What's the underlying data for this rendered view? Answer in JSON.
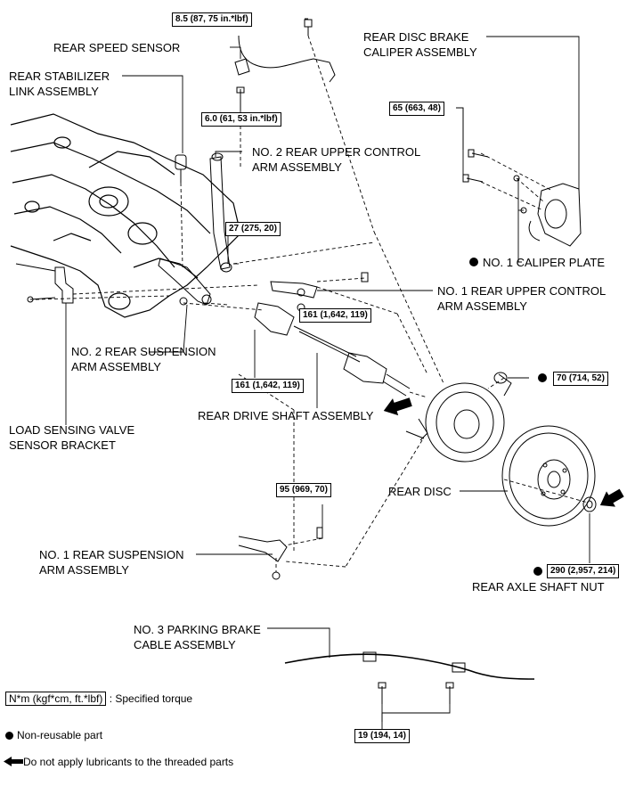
{
  "labels": {
    "rear_speed_sensor": "REAR SPEED SENSOR",
    "rear_disc_brake_caliper": "REAR DISC BRAKE\nCALIPER ASSEMBLY",
    "rear_stabilizer_link": "REAR STABILIZER\nLINK ASSEMBLY",
    "no2_rear_upper_control_arm": "NO. 2 REAR UPPER CONTROL\nARM ASSEMBLY",
    "no1_caliper_plate": "NO. 1 CALIPER PLATE",
    "no1_rear_upper_control_arm": "NO. 1 REAR UPPER CONTROL\nARM ASSEMBLY",
    "no2_rear_suspension_arm": "NO. 2 REAR SUSPENSION\nARM ASSEMBLY",
    "load_sensing_valve_bracket": "LOAD SENSING VALVE\nSENSOR BRACKET",
    "rear_drive_shaft": "REAR DRIVE SHAFT ASSEMBLY",
    "rear_disc": "REAR DISC",
    "no1_rear_suspension_arm": "NO. 1 REAR SUSPENSION\nARM ASSEMBLY",
    "rear_axle_shaft_nut": "REAR AXLE SHAFT NUT",
    "no3_parking_brake_cable": "NO. 3 PARKING BRAKE\nCABLE ASSEMBLY"
  },
  "torques": {
    "speed_sensor_top": "8.5 (87, 75 in.*lbf)",
    "speed_sensor_bottom": "6.0 (61, 53 in.*lbf)",
    "caliper": "65 (663, 48)",
    "upper_arm_no2": "27 (275, 20)",
    "drive_shaft_a": "161 (1,642, 119)",
    "drive_shaft_b": "161 (1,642, 119)",
    "hub_nut_70": "70 (714, 52)",
    "suspension_arm_no1": "95 (969, 70)",
    "axle_nut": "290 (2,957, 214)",
    "parking_cable": "19 (194, 14)"
  },
  "legend": {
    "torque_box": "N*m (kgf*cm, ft.*lbf)",
    "torque_text": ": Specified torque",
    "non_reusable": "Non-reusable part",
    "no_lubricant": "Do not apply lubricants to the threaded parts"
  }
}
